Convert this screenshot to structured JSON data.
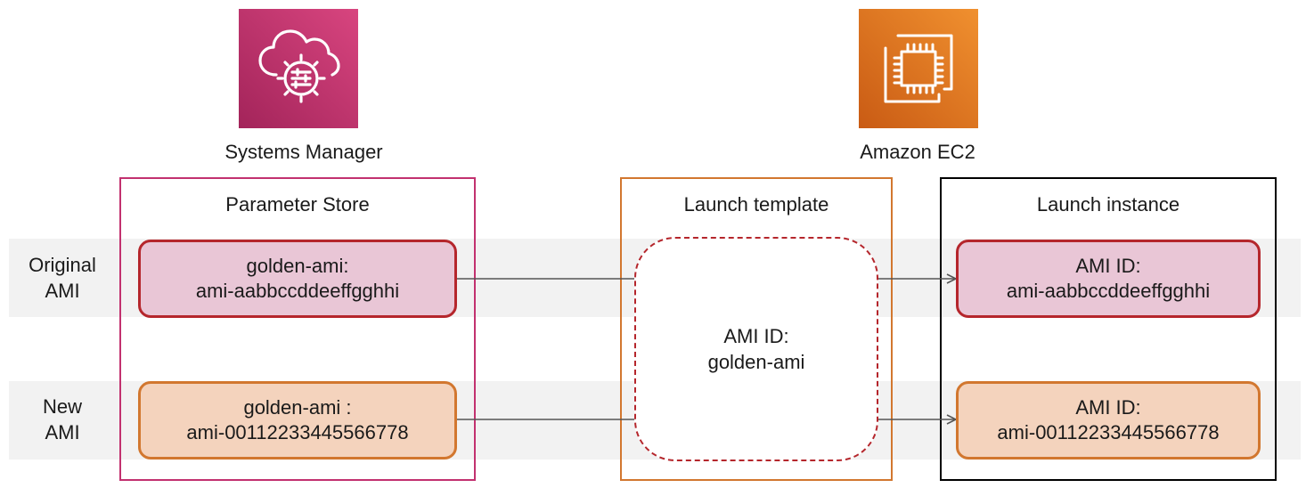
{
  "services": {
    "systems_manager": {
      "label": "Systems Manager",
      "icon": "systems-manager-icon",
      "color_top": "#c93770",
      "color_bottom": "#a3245a"
    },
    "ec2": {
      "label": "Amazon EC2",
      "icon": "ec2-chip-icon",
      "color_top": "#e5862e",
      "color_bottom": "#d0651d"
    }
  },
  "containers": {
    "parameter_store": {
      "title": "Parameter Store",
      "border": "#c2316f"
    },
    "launch_template": {
      "title": "Launch template",
      "border": "#d2772f"
    },
    "launch_instance": {
      "title": "Launch instance",
      "border": "#000000"
    }
  },
  "rows": {
    "original": {
      "label_line1": "Original",
      "label_line2": "AMI",
      "parameter": {
        "line1": "golden-ami:",
        "line2": "ami-aabbccddeeffgghhi"
      },
      "instance": {
        "line1": "AMI ID:",
        "line2": "ami-aabbccddeeffgghhi"
      }
    },
    "new": {
      "label_line1": "New",
      "label_line2": "AMI",
      "parameter": {
        "line1": "golden-ami :",
        "line2": "ami-00112233445566778"
      },
      "instance": {
        "line1": "AMI ID:",
        "line2": "ami-00112233445566778"
      }
    }
  },
  "template": {
    "line1": "AMI ID:",
    "line2": "golden-ami"
  },
  "colors": {
    "band": "#f2f2f2",
    "red_border": "#b5262c",
    "red_fill": "#e9c6d6",
    "orange_border": "#d2772f",
    "orange_fill": "#f4d3bd",
    "connector": "#555555"
  }
}
